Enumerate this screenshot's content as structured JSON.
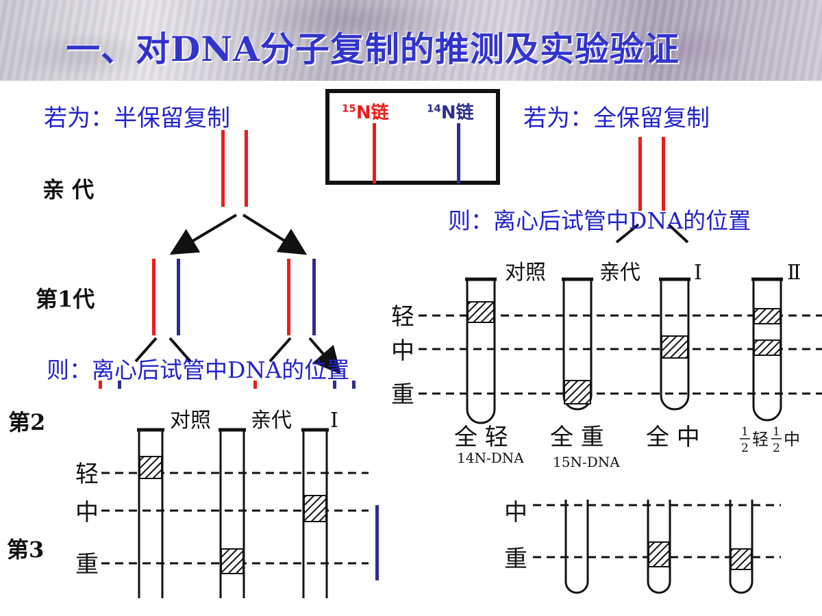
{
  "title": "一、对DNA分子复制的推测及实验验证",
  "semi_conservative": {
    "label": "若为：半保留复制",
    "result_label": "则：离心后试管中DNA的位置"
  },
  "conservative": {
    "label": "若为：全保留复制",
    "result_label": "则：离心后试管中DNA的位置"
  },
  "legend": {
    "n15": {
      "sup": "15",
      "text": "N链",
      "color": "#ee1c1c"
    },
    "n14": {
      "sup": "14",
      "text": "N链",
      "color": "#2e2e8e"
    }
  },
  "generations": {
    "parent": "亲  代",
    "gen1": "第1代",
    "gen2": "第2",
    "gen3": "第3"
  },
  "panel_right": {
    "columns": [
      "对照",
      "亲代",
      "Ⅰ",
      "Ⅱ"
    ],
    "positions": [
      "轻",
      "中",
      "重"
    ],
    "bottom_labels": [
      "全 轻",
      "全 重",
      "全 中"
    ],
    "sub_labels": [
      "14N-DNA",
      "15N-DNA"
    ],
    "half_label": {
      "num": "1",
      "den": "2",
      "light": "轻",
      "mid": "中"
    }
  },
  "panel_left": {
    "columns": [
      "对照",
      "亲代",
      "Ⅰ"
    ],
    "positions": [
      "轻",
      "中",
      "重"
    ]
  },
  "panel_small": {
    "positions": [
      "中",
      "重"
    ]
  }
}
